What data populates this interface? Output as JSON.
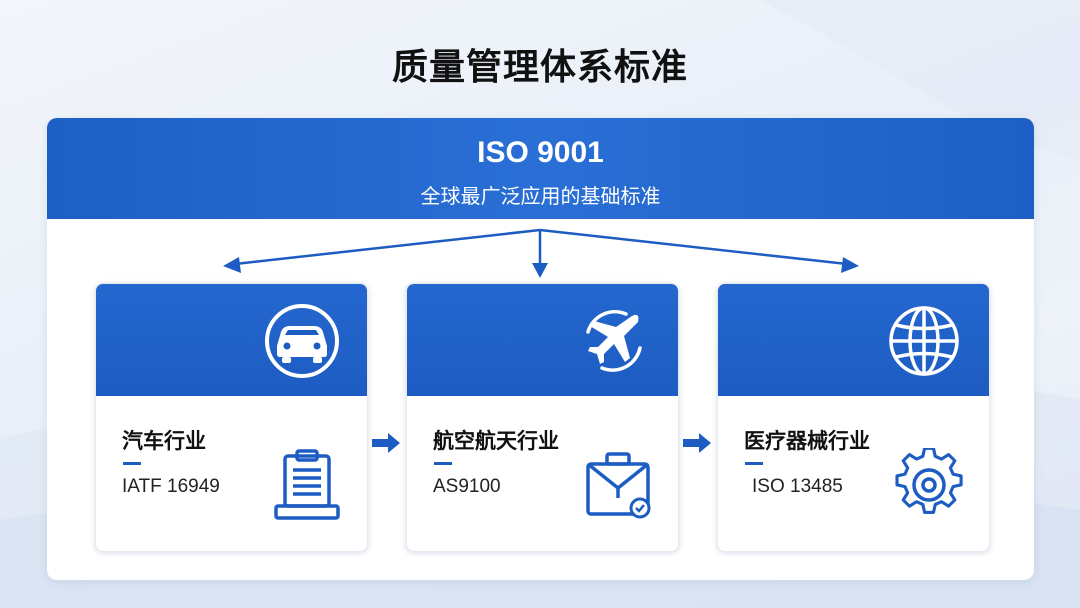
{
  "page": {
    "title": "质量管理体系标准"
  },
  "banner": {
    "title": "ISO 9001",
    "subtitle": "全球最广泛应用的基础标准"
  },
  "cards": [
    {
      "name": "汽车行业",
      "standard": "IATF 16949",
      "head_icon": "car-icon",
      "body_icon": "clipboard-icon"
    },
    {
      "name": "航空航天行业",
      "standard": "AS9100",
      "head_icon": "airplane-icon",
      "body_icon": "toolbox-icon"
    },
    {
      "name": "医疗器械行业",
      "standard": "ISO 13485",
      "head_icon": "globe-icon",
      "body_icon": "gear-icon"
    }
  ],
  "colors": {
    "accent": "#1d5cc2",
    "banner": "#2a6fd6",
    "arrow": "#1d5cc2"
  }
}
